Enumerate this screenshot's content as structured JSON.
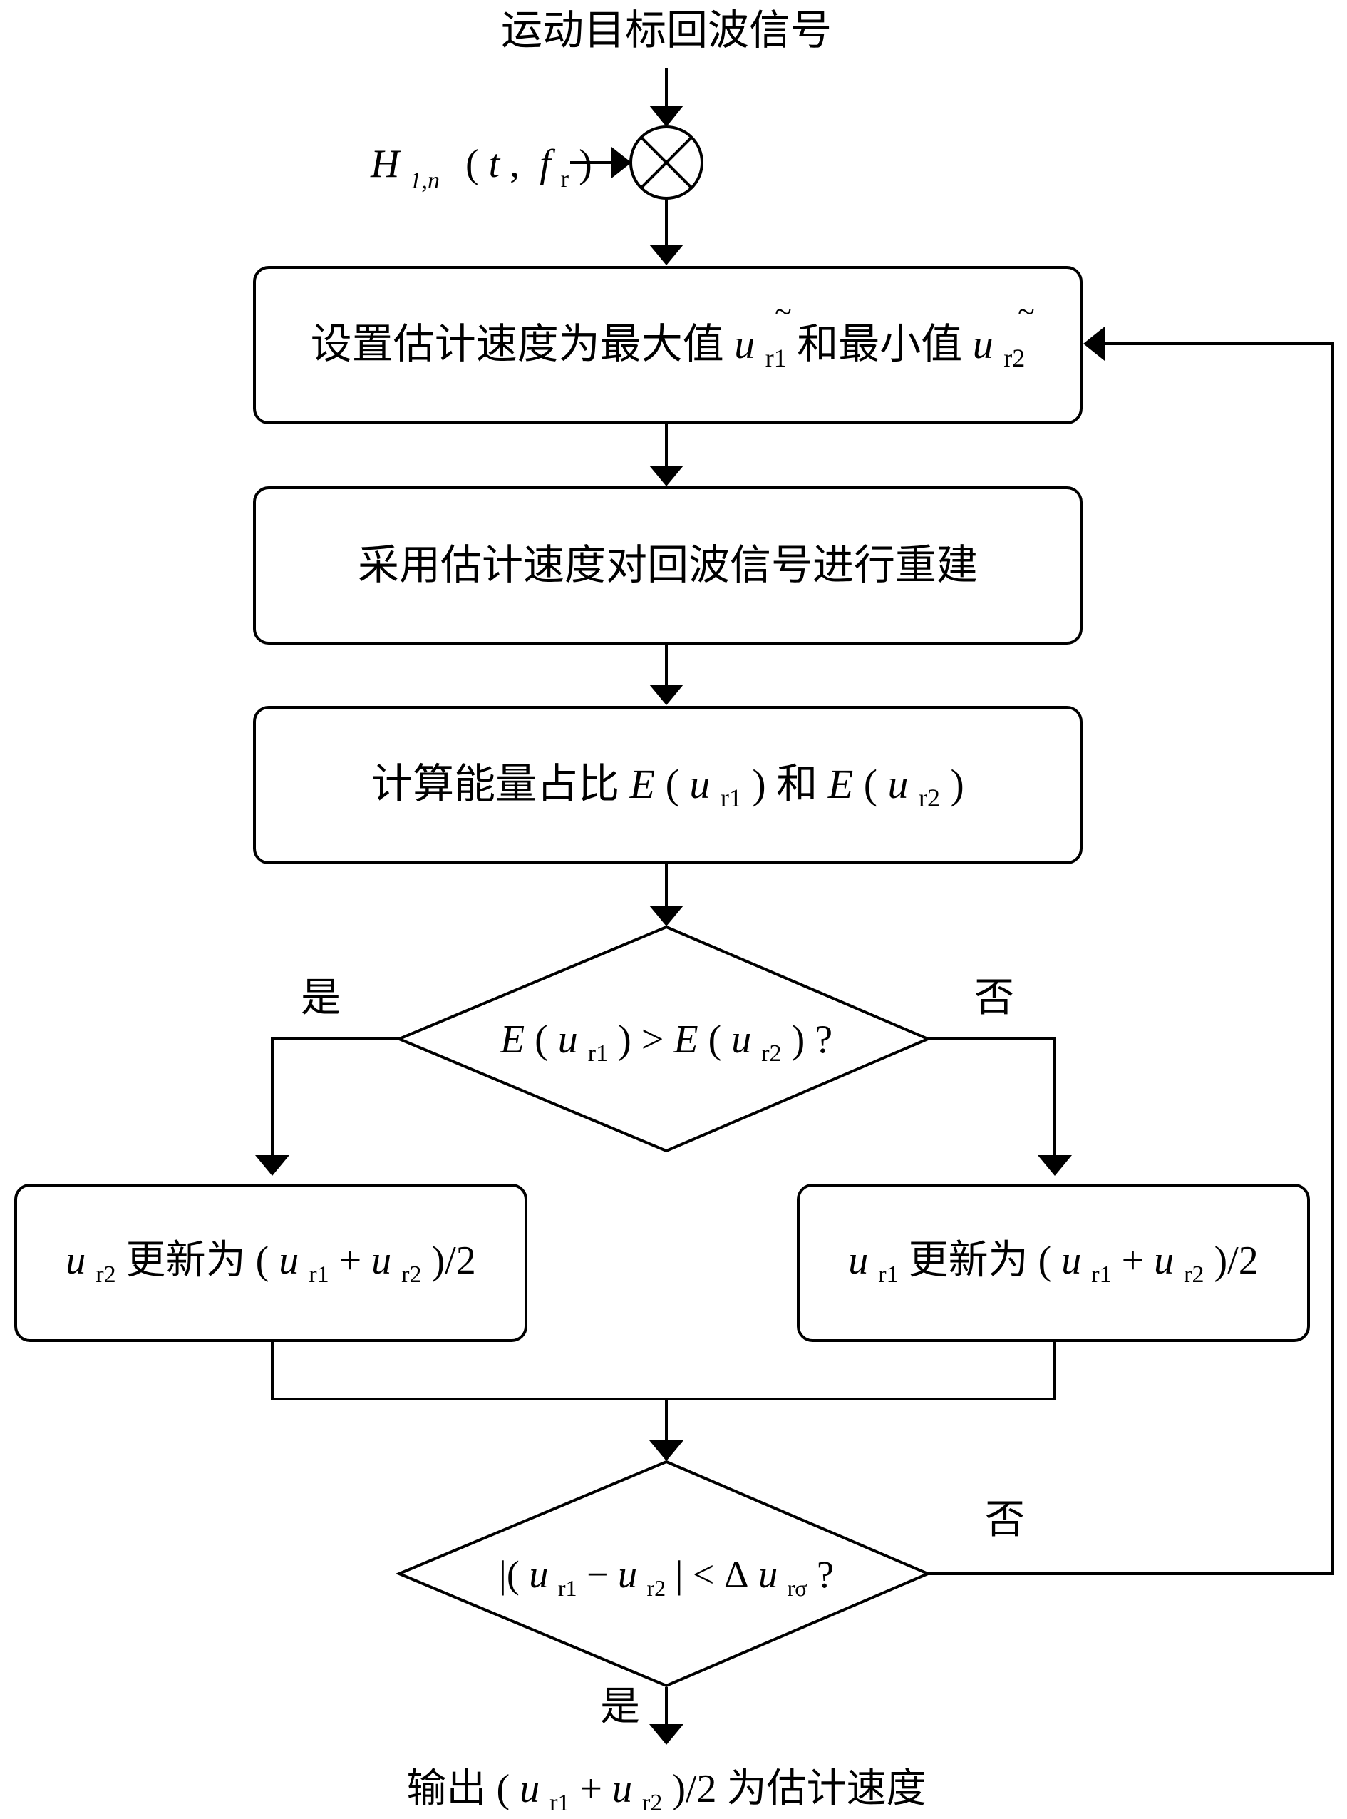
{
  "flowchart": {
    "input_label": "运动目标回波信号",
    "mixer_input": {
      "symbol": "H",
      "subscript": "1,n",
      "args_open": "(",
      "arg_t": "t",
      "args_sep": ",",
      "arg_f": "f",
      "arg_f_sub": "r",
      "args_close": ")"
    },
    "box_init": {
      "text_main": "设置估计速度为最大值",
      "var_1": "u",
      "sub_1": "r1",
      "text_mid": "和最小值",
      "var_2": "u",
      "sub_2": "r2"
    },
    "box_reconstruct": {
      "text": "采用估计速度对回波信号进行重建"
    },
    "box_energy": {
      "text_main": "计算能量占比",
      "e": "E",
      "open": "(",
      "var": "u",
      "sub_1": "r1",
      "close": ")",
      "and": "和",
      "sub_2": "r2"
    },
    "decision_energy": {
      "e": "E",
      "open": "(",
      "var": "u",
      "sub_1": "r1",
      "close": ")",
      "gt": ">",
      "sub_2": "r2",
      "q": "?",
      "yes_label": "是",
      "no_label": "否"
    },
    "box_left": {
      "var": "u",
      "sub_target": "r2",
      "text": "更新为",
      "open": "(",
      "sub_a": "r1",
      "plus": "+",
      "sub_b": "r2",
      "close_div": ")/2"
    },
    "box_right": {
      "var": "u",
      "sub_target": "r1",
      "text": "更新为",
      "open": "(",
      "sub_a": "r1",
      "plus": "+",
      "sub_b": "r2",
      "close_div": ")/2"
    },
    "decision_converge": {
      "open": "|(",
      "var": "u",
      "sub_a": "r1",
      "minus": "−",
      "sub_b": "r2",
      "close": "|",
      "lt": "<",
      "delta": "Δ",
      "sub_c": "rσ",
      "q": "?",
      "yes_label": "是",
      "no_label": "否"
    },
    "output": {
      "text_main": "输出",
      "open": "(",
      "var": "u",
      "sub_a": "r1",
      "plus": "+",
      "sub_b": "r2",
      "close_div": ")/2",
      "text_end": "为估计速度"
    }
  }
}
